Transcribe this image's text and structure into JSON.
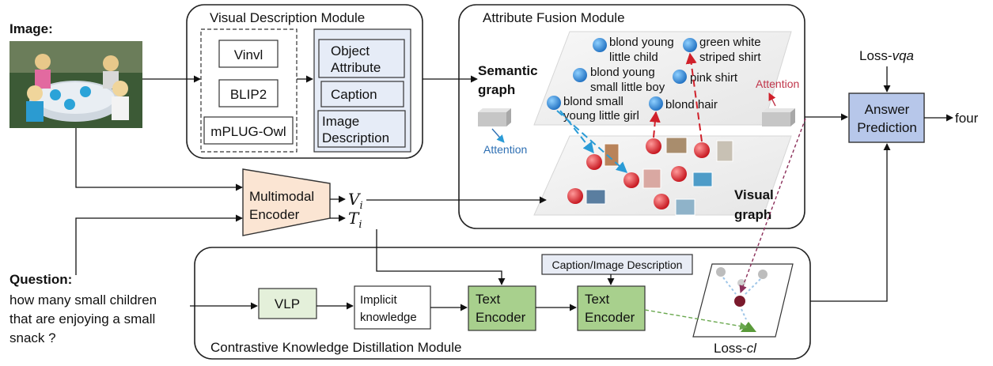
{
  "input": {
    "image_label": "Image:",
    "question_label": "Question:",
    "question_lines": [
      "how many small children",
      "that are enjoying a small",
      "snack ?"
    ]
  },
  "visual_description_module": {
    "title": "Visual Description Module",
    "models": [
      "Vinvl",
      "BLIP2",
      "mPLUG-Owl"
    ],
    "outputs": {
      "object_attribute": [
        "Object",
        "Attribute"
      ],
      "caption": "Caption",
      "image_description": [
        "Image",
        "Description"
      ]
    }
  },
  "multimodal_encoder": {
    "label": [
      "Multimodal",
      "Encoder"
    ],
    "visual_output": "V",
    "text_output": "T",
    "subscript": "i"
  },
  "attribute_fusion_module": {
    "title": "Attribute Fusion Module",
    "semantic_graph_label": [
      "Semantic",
      "graph"
    ],
    "visual_graph_label": [
      "Visual",
      "graph"
    ],
    "attention_left": "Attention",
    "attention_right": "Attention",
    "semantic_nodes": [
      [
        "blond young",
        "little child"
      ],
      [
        "green white",
        "striped shirt"
      ],
      [
        "blond young",
        "small little boy"
      ],
      [
        "pink shirt"
      ],
      [
        "blond small",
        "young little girl"
      ],
      [
        "blond hair"
      ]
    ]
  },
  "answer": {
    "loss_vqa_prefix": "Loss-",
    "loss_vqa_suffix": "vqa",
    "prediction_label": [
      "Answer",
      "Prediction"
    ],
    "output": "four"
  },
  "contrastive_module": {
    "title": "Contrastive Knowledge Distillation Module",
    "vlp": "VLP",
    "implicit_knowledge": [
      "Implicit",
      "knowledge"
    ],
    "text_encoder_1": [
      "Text",
      "Encoder"
    ],
    "text_encoder_2": [
      "Text",
      "Encoder"
    ],
    "caption_input": "Caption/Image Description",
    "loss_cl_prefix": "Loss-",
    "loss_cl_suffix": "cl"
  },
  "colors": {
    "module_border": "#222222",
    "vdm_output_fill": "#e6ecf7",
    "encoder_fill": "#fbe5d3",
    "answer_fill": "#b7c7ea",
    "vlp_fill": "#e4f0da",
    "text_encoder_fill": "#a8d08d",
    "caption_fill": "#e8ecf5",
    "blue_node": "#2f89d9",
    "red_node": "#e0191f",
    "attention_blue": "#2e6fb3",
    "attention_red": "#c0354a",
    "dashed_purple": "#8b2f5a",
    "dashed_green": "#6aa84f"
  }
}
